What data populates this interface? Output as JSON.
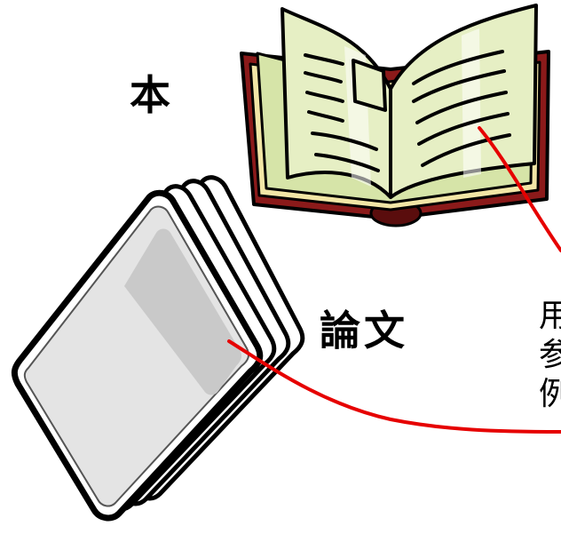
{
  "labels": {
    "book": "本",
    "paper": "論文"
  },
  "side_text_lines": [
    "用",
    "参",
    "例"
  ],
  "colors": {
    "pointer_line": "#e60000",
    "book_cover": "#8b1a1a",
    "book_pages": "#e8efc6",
    "paper_stack": "#d9d9d9"
  },
  "icons": {
    "book": "open-book-icon",
    "paper": "paper-stack-icon"
  }
}
